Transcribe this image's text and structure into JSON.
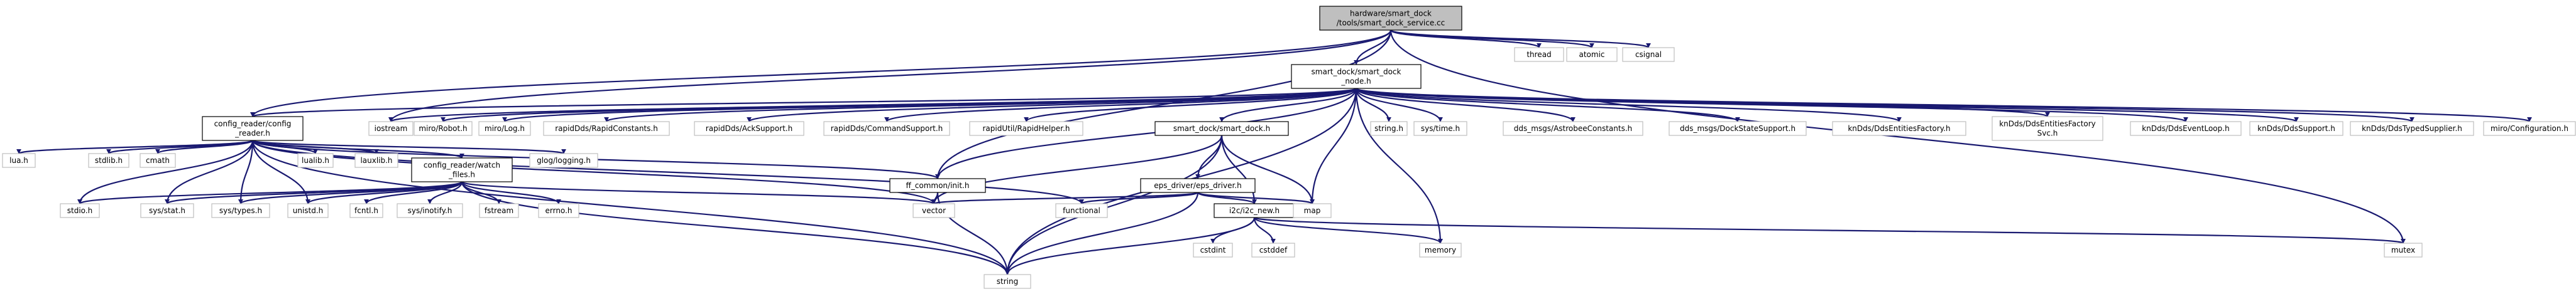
{
  "graph": {
    "colors": {
      "edge": "#191970",
      "node_border": "#000000",
      "external_border": "#bfbfbf",
      "root_fill": "#bfbfbf",
      "node_fill": "#ffffff"
    },
    "nodes": [
      {
        "id": "root",
        "lines": [
          "hardware/smart_dock",
          "/tools/smart_dock_service.cc"
        ],
        "kind": "root"
      },
      {
        "id": "thread",
        "lines": [
          "thread"
        ],
        "kind": "external"
      },
      {
        "id": "atomic",
        "lines": [
          "atomic"
        ],
        "kind": "external"
      },
      {
        "id": "csignal",
        "lines": [
          "csignal"
        ],
        "kind": "external"
      },
      {
        "id": "sdnode",
        "lines": [
          "smart_dock/smart_dock",
          "_node.h"
        ],
        "kind": "internal"
      },
      {
        "id": "crh",
        "lines": [
          "config_reader/config",
          "_reader.h"
        ],
        "kind": "internal"
      },
      {
        "id": "iostream",
        "lines": [
          "iostream"
        ],
        "kind": "external"
      },
      {
        "id": "robot",
        "lines": [
          "miro/Robot.h"
        ],
        "kind": "external"
      },
      {
        "id": "logh",
        "lines": [
          "miro/Log.h"
        ],
        "kind": "external"
      },
      {
        "id": "rapidconst",
        "lines": [
          "rapidDds/RapidConstants.h"
        ],
        "kind": "external"
      },
      {
        "id": "acksupport",
        "lines": [
          "rapidDds/AckSupport.h"
        ],
        "kind": "external"
      },
      {
        "id": "cmdsupport",
        "lines": [
          "rapidDds/CommandSupport.h"
        ],
        "kind": "external"
      },
      {
        "id": "rapidhelper",
        "lines": [
          "rapidUtil/RapidHelper.h"
        ],
        "kind": "external"
      },
      {
        "id": "sdh",
        "lines": [
          "smart_dock/smart_dock.h"
        ],
        "kind": "internal"
      },
      {
        "id": "stringh",
        "lines": [
          "string.h"
        ],
        "kind": "external"
      },
      {
        "id": "systime",
        "lines": [
          "sys/time.h"
        ],
        "kind": "external"
      },
      {
        "id": "astrobee",
        "lines": [
          "dds_msgs/AstrobeeConstants.h"
        ],
        "kind": "external"
      },
      {
        "id": "dockstate",
        "lines": [
          "dds_msgs/DockStateSupport.h"
        ],
        "kind": "external"
      },
      {
        "id": "entfactory",
        "lines": [
          "knDds/DdsEntitiesFactory.h"
        ],
        "kind": "external"
      },
      {
        "id": "entfactorysvc",
        "lines": [
          "knDds/DdsEntitiesFactory",
          "Svc.h"
        ],
        "kind": "external"
      },
      {
        "id": "eventloop",
        "lines": [
          "knDds/DdsEventLoop.h"
        ],
        "kind": "external"
      },
      {
        "id": "ddssupport",
        "lines": [
          "knDds/DdsSupport.h"
        ],
        "kind": "external"
      },
      {
        "id": "typedsupplier",
        "lines": [
          "knDds/DdsTypedSupplier.h"
        ],
        "kind": "external"
      },
      {
        "id": "miroconfig",
        "lines": [
          "miro/Configuration.h"
        ],
        "kind": "external"
      },
      {
        "id": "luah",
        "lines": [
          "lua.h"
        ],
        "kind": "external"
      },
      {
        "id": "stdlibh",
        "lines": [
          "stdlib.h"
        ],
        "kind": "external"
      },
      {
        "id": "cmath",
        "lines": [
          "cmath"
        ],
        "kind": "external"
      },
      {
        "id": "lualibh",
        "lines": [
          "lualib.h"
        ],
        "kind": "external"
      },
      {
        "id": "lauxlibh",
        "lines": [
          "lauxlib.h"
        ],
        "kind": "external"
      },
      {
        "id": "watch",
        "lines": [
          "config_reader/watch",
          "_files.h"
        ],
        "kind": "internal"
      },
      {
        "id": "glog",
        "lines": [
          "glog/logging.h"
        ],
        "kind": "external"
      },
      {
        "id": "ffinit",
        "lines": [
          "ff_common/init.h"
        ],
        "kind": "internal"
      },
      {
        "id": "epsdriver",
        "lines": [
          "eps_driver/eps_driver.h"
        ],
        "kind": "internal"
      },
      {
        "id": "stdioh",
        "lines": [
          "stdio.h"
        ],
        "kind": "external"
      },
      {
        "id": "sysstat",
        "lines": [
          "sys/stat.h"
        ],
        "kind": "external"
      },
      {
        "id": "systypes",
        "lines": [
          "sys/types.h"
        ],
        "kind": "external"
      },
      {
        "id": "unistd",
        "lines": [
          "unistd.h"
        ],
        "kind": "external"
      },
      {
        "id": "fcntl",
        "lines": [
          "fcntl.h"
        ],
        "kind": "external"
      },
      {
        "id": "inotify",
        "lines": [
          "sys/inotify.h"
        ],
        "kind": "external"
      },
      {
        "id": "fstream",
        "lines": [
          "fstream"
        ],
        "kind": "external"
      },
      {
        "id": "errnoh",
        "lines": [
          "errno.h"
        ],
        "kind": "external"
      },
      {
        "id": "vector",
        "lines": [
          "vector"
        ],
        "kind": "external"
      },
      {
        "id": "functional",
        "lines": [
          "functional"
        ],
        "kind": "external"
      },
      {
        "id": "i2cnew",
        "lines": [
          "i2c/i2c_new.h"
        ],
        "kind": "internal"
      },
      {
        "id": "map",
        "lines": [
          "map"
        ],
        "kind": "external"
      },
      {
        "id": "memory",
        "lines": [
          "memory"
        ],
        "kind": "external"
      },
      {
        "id": "mutex",
        "lines": [
          "mutex"
        ],
        "kind": "external"
      },
      {
        "id": "string",
        "lines": [
          "string"
        ],
        "kind": "external"
      },
      {
        "id": "cstdint",
        "lines": [
          "cstdint"
        ],
        "kind": "external"
      },
      {
        "id": "cstddef",
        "lines": [
          "cstddef"
        ],
        "kind": "external"
      }
    ],
    "edges": [
      [
        "root",
        "thread"
      ],
      [
        "root",
        "atomic"
      ],
      [
        "root",
        "csignal"
      ],
      [
        "root",
        "sdnode"
      ],
      [
        "root",
        "crh"
      ],
      [
        "root",
        "iostream"
      ],
      [
        "root",
        "ffinit"
      ],
      [
        "root",
        "mutex"
      ],
      [
        "sdnode",
        "iostream"
      ],
      [
        "sdnode",
        "robot"
      ],
      [
        "sdnode",
        "logh"
      ],
      [
        "sdnode",
        "rapidconst"
      ],
      [
        "sdnode",
        "acksupport"
      ],
      [
        "sdnode",
        "cmdsupport"
      ],
      [
        "sdnode",
        "rapidhelper"
      ],
      [
        "sdnode",
        "sdh"
      ],
      [
        "sdnode",
        "stringh"
      ],
      [
        "sdnode",
        "systime"
      ],
      [
        "sdnode",
        "astrobee"
      ],
      [
        "sdnode",
        "dockstate"
      ],
      [
        "sdnode",
        "entfactory"
      ],
      [
        "sdnode",
        "entfactorysvc"
      ],
      [
        "sdnode",
        "eventloop"
      ],
      [
        "sdnode",
        "ddssupport"
      ],
      [
        "sdnode",
        "typedsupplier"
      ],
      [
        "sdnode",
        "miroconfig"
      ],
      [
        "sdnode",
        "ffinit"
      ],
      [
        "sdnode",
        "crh"
      ],
      [
        "sdnode",
        "map"
      ],
      [
        "sdnode",
        "memory"
      ],
      [
        "sdnode",
        "string"
      ],
      [
        "crh",
        "luah"
      ],
      [
        "crh",
        "stdlibh"
      ],
      [
        "crh",
        "cmath"
      ],
      [
        "crh",
        "lualibh"
      ],
      [
        "crh",
        "lauxlibh"
      ],
      [
        "crh",
        "watch"
      ],
      [
        "crh",
        "glog"
      ],
      [
        "crh",
        "ffinit"
      ],
      [
        "crh",
        "stdioh"
      ],
      [
        "crh",
        "sysstat"
      ],
      [
        "crh",
        "systypes"
      ],
      [
        "crh",
        "unistd"
      ],
      [
        "crh",
        "functional"
      ],
      [
        "crh",
        "string"
      ],
      [
        "crh",
        "vector"
      ],
      [
        "watch",
        "stdioh"
      ],
      [
        "watch",
        "sysstat"
      ],
      [
        "watch",
        "systypes"
      ],
      [
        "watch",
        "unistd"
      ],
      [
        "watch",
        "fcntl"
      ],
      [
        "watch",
        "inotify"
      ],
      [
        "watch",
        "fstream"
      ],
      [
        "watch",
        "errnoh"
      ],
      [
        "watch",
        "vector"
      ],
      [
        "watch",
        "string"
      ],
      [
        "sdh",
        "epsdriver"
      ],
      [
        "sdh",
        "i2cnew"
      ],
      [
        "sdh",
        "map"
      ],
      [
        "sdh",
        "vector"
      ],
      [
        "sdh",
        "string"
      ],
      [
        "epsdriver",
        "i2cnew"
      ],
      [
        "epsdriver",
        "vector"
      ],
      [
        "epsdriver",
        "functional"
      ],
      [
        "epsdriver",
        "map"
      ],
      [
        "epsdriver",
        "string"
      ],
      [
        "ffinit",
        "vector"
      ],
      [
        "ffinit",
        "string"
      ],
      [
        "i2cnew",
        "cstdint"
      ],
      [
        "i2cnew",
        "cstddef"
      ],
      [
        "i2cnew",
        "memory"
      ],
      [
        "i2cnew",
        "mutex"
      ],
      [
        "i2cnew",
        "string"
      ]
    ]
  }
}
